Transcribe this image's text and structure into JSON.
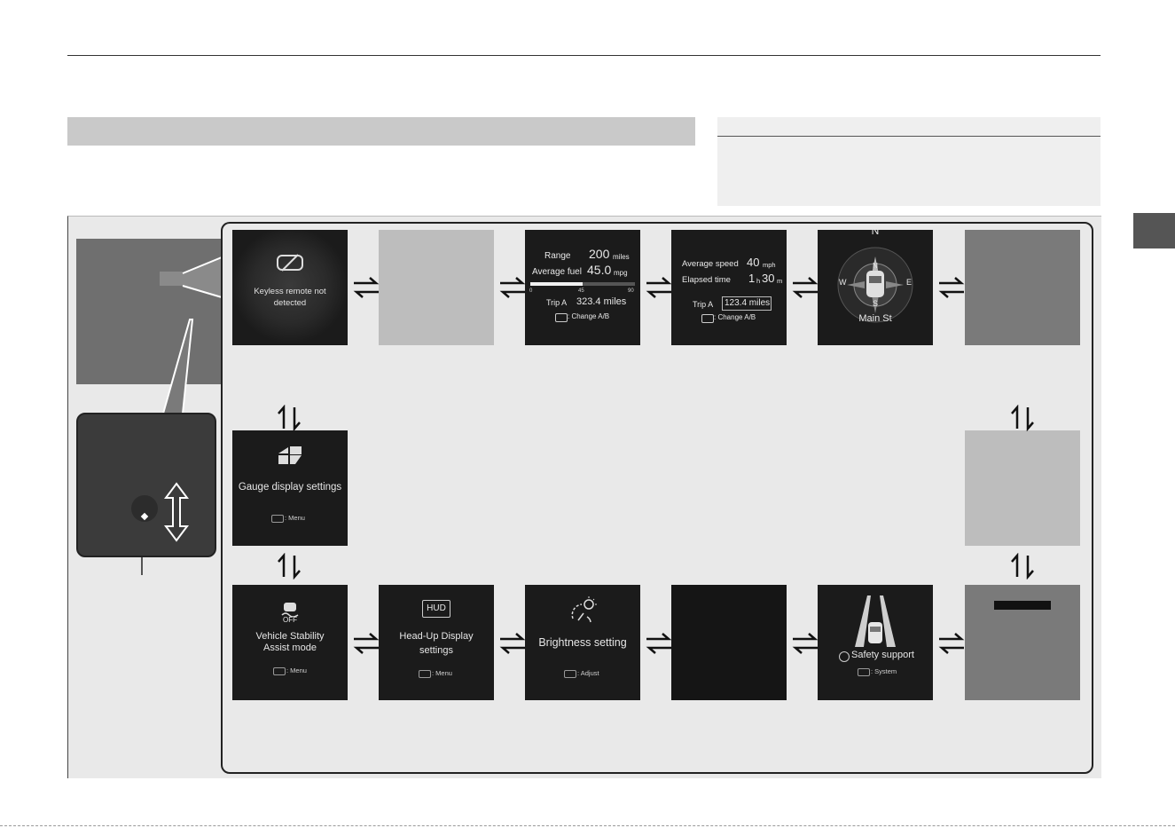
{
  "screens": {
    "keyless": {
      "text": "Keyless remote not detected"
    },
    "range": {
      "range_label": "Range",
      "range_value": "200",
      "range_unit": "miles",
      "avg_label": "Average fuel",
      "avg_value": "45.0",
      "avg_unit": "mpg",
      "gauge_min": "0",
      "gauge_mid": "45",
      "gauge_max": "90",
      "gauge_level": 0.5,
      "trip_label": "Trip A",
      "trip_value": "323.4 miles",
      "change": ": Change A/B"
    },
    "speed": {
      "avg_speed_label": "Average speed",
      "avg_speed_value": "40",
      "avg_speed_unit": "mph",
      "elapsed_label": "Elapsed time",
      "elapsed_h": "1",
      "elapsed_h_unit": "h",
      "elapsed_m": "30",
      "elapsed_m_unit": "m",
      "trip_label": "Trip A",
      "trip_value": "123.4 miles",
      "change": ": Change A/B"
    },
    "compass": {
      "n": "N",
      "n2": "N",
      "e": "E",
      "w": "W",
      "s": "S",
      "street": "Main St"
    },
    "gauge": {
      "title": "Gauge display settings",
      "hint": ": Menu"
    },
    "vsa": {
      "off": "OFF",
      "title_1": "Vehicle Stability",
      "title_2": "Assist mode",
      "hint": ": Menu"
    },
    "hud": {
      "badge": "HUD",
      "title_1": "Head-Up Display",
      "title_2": "settings",
      "hint": ": Menu"
    },
    "brightness": {
      "title": "Brightness setting",
      "hint": ": Adjust"
    },
    "safety": {
      "title": "Safety support",
      "hint": ": System"
    }
  },
  "colors": {
    "screen_bg": "#1b1b1b",
    "placeholder_light": "#bdbdbd",
    "placeholder_mid": "#7a7a7a",
    "panel_bg": "#e9e9e9"
  }
}
